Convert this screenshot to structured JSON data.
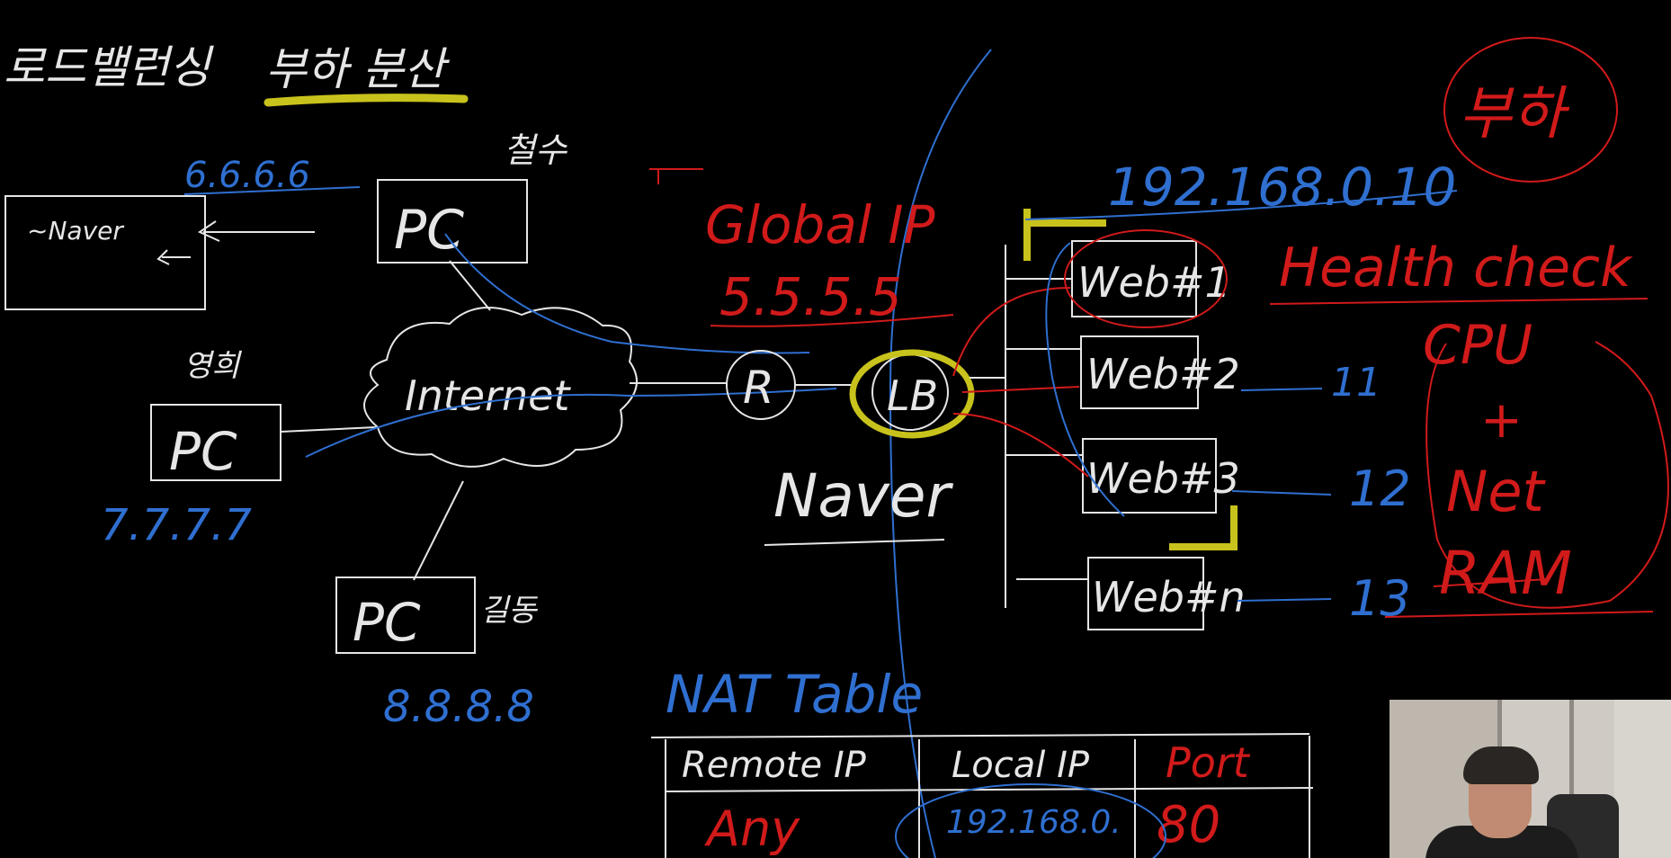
{
  "title": {
    "part1": "로드밸런싱",
    "part2": "부하 분산"
  },
  "colors": {
    "white": "#e6e6e6",
    "blue": "#2f6fd0",
    "red": "#d11a1a",
    "yellow": "#c8c21c",
    "background": "#000000"
  },
  "left": {
    "naver_box": "~Naver",
    "pc_top": {
      "label": "PC",
      "owner": "철수",
      "ip": "6.6.6.6"
    },
    "pc_mid": {
      "label": "PC",
      "owner": "영희",
      "ip": "7.7.7.7"
    },
    "pc_bottom": {
      "label": "PC",
      "owner": "길동",
      "ip": "8.8.8.8"
    },
    "cloud": "Internet",
    "router": "R"
  },
  "center": {
    "global_ip_label": "Global IP",
    "global_ip": "5.5.5.5",
    "lb": "LB",
    "naver": "Naver"
  },
  "servers": {
    "subnet": "192.168.0.10",
    "web1": "Web#1",
    "web2": "Web#2",
    "web3": "Web#3",
    "webn": "Web#n",
    "ip2": "11",
    "ip3": "12",
    "ipn": "13"
  },
  "health": {
    "title": "Health check",
    "cpu": "CPU",
    "plus": "+",
    "net": "Net",
    "ram": "RAM",
    "circle": "부하"
  },
  "nat": {
    "title": "NAT Table",
    "headers": [
      "Remote IP",
      "Local IP",
      "Port"
    ],
    "row": [
      "Any",
      "192.168.0.",
      "80"
    ]
  }
}
